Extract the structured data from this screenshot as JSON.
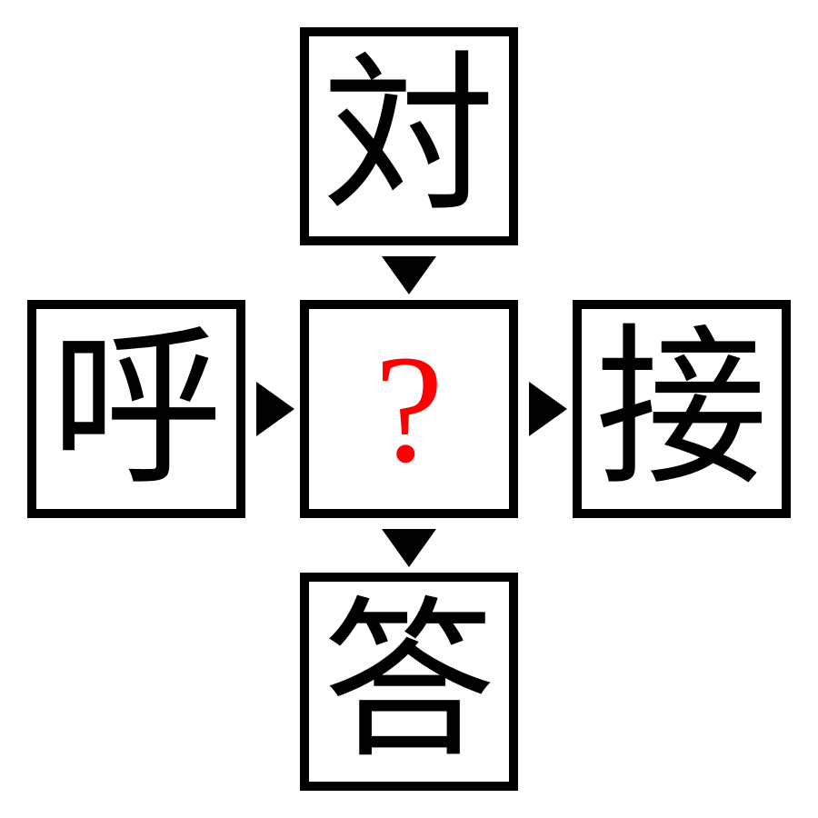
{
  "puzzle": {
    "top": "対",
    "left": "呼",
    "center": "?",
    "right": "接",
    "bottom": "答"
  },
  "colors": {
    "border": "#000000",
    "text": "#000000",
    "question": "#ff0000",
    "background": "#ffffff"
  },
  "icons": {
    "down_arrow": "triangle-down-icon",
    "right_arrow": "triangle-right-icon"
  }
}
